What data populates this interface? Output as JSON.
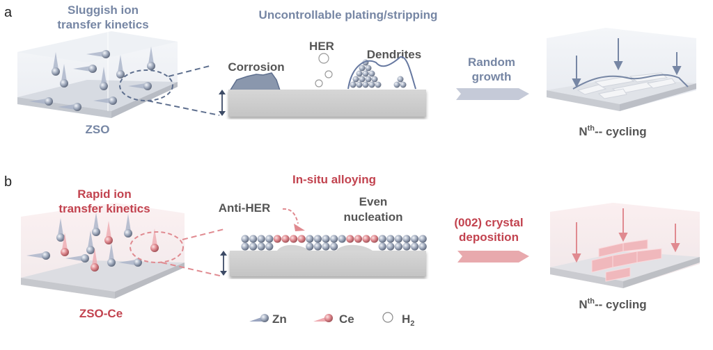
{
  "panel_a": {
    "label": "a",
    "left_title_line1": "Sluggish ion",
    "left_title_line2": "transfer kinetics",
    "electrolyte": "ZSO",
    "center_title": "Uncontrollable plating/stripping",
    "her": "HER",
    "corrosion": "Corrosion",
    "dendrites": "Dendrites",
    "arrow_line1": "Random",
    "arrow_line2": "growth",
    "cycling_prefix": "N",
    "cycling_sup": "th",
    "cycling_suffix": "-- cycling"
  },
  "panel_b": {
    "label": "b",
    "left_title_line1": "Rapid ion",
    "left_title_line2": "transfer kinetics",
    "electrolyte": "ZSO-Ce",
    "center_title": "In-situ alloying",
    "anti_her": "Anti-HER",
    "even_line1": "Even",
    "even_line2": "nucleation",
    "arrow_line1": "(002) crystal",
    "arrow_line2": "deposition",
    "cycling_prefix": "N",
    "cycling_sup": "th",
    "cycling_suffix": "-- cycling"
  },
  "legend": {
    "zn": "Zn",
    "ce": "Ce",
    "h2": "H",
    "h2_sub": "2"
  },
  "colors": {
    "blue_text": "#7686a4",
    "red_text": "#c2434f",
    "zn_atom": "#9aa5b8",
    "ce_atom": "#e0898e"
  }
}
